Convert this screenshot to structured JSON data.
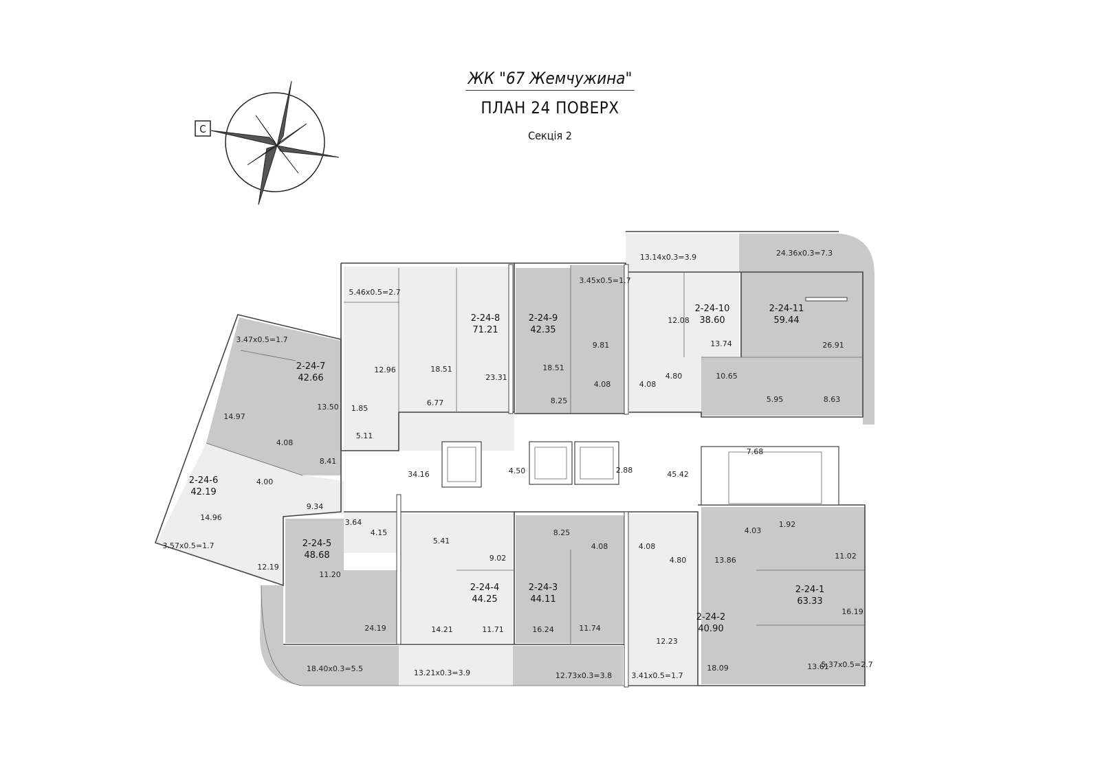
{
  "header": {
    "title": "ЖК \"67 Жемчужина\"",
    "plan_title": "ПЛАН 24 ПОВЕРХ",
    "section": "Секція 2"
  },
  "compass": {
    "north_label": "С"
  },
  "colors": {
    "apartment_dark": "#c9c9c9",
    "apartment_light": "#eeeeee",
    "walls": "#444444"
  },
  "apartments": [
    {
      "id": "2-24-1",
      "area": "63.33"
    },
    {
      "id": "2-24-2",
      "area": "40.90"
    },
    {
      "id": "2-24-3",
      "area": "44.11"
    },
    {
      "id": "2-24-4",
      "area": "44.25"
    },
    {
      "id": "2-24-5",
      "area": "48.68"
    },
    {
      "id": "2-24-6",
      "area": "42.19"
    },
    {
      "id": "2-24-7",
      "area": "42.66"
    },
    {
      "id": "2-24-8",
      "area": "71.21"
    },
    {
      "id": "2-24-9",
      "area": "42.35"
    },
    {
      "id": "2-24-10",
      "area": "38.60"
    },
    {
      "id": "2-24-11",
      "area": "59.44"
    }
  ],
  "rooms": [
    "5.46x0.5=2.7",
    "12.96",
    "18.51",
    "6.77",
    "23.31",
    "1.85",
    "5.11",
    "3.47x0.5=1.7",
    "13.50",
    "14.97",
    "4.08",
    "8.41",
    "4.00",
    "9.34",
    "14.96",
    "3.57x0.5=1.7",
    "12.19",
    "18.51",
    "8.25",
    "3.45x0.5=1.7",
    "9.81",
    "4.08",
    "4.08",
    "12.08",
    "13.74",
    "4.80",
    "13.14x0.3=3.9",
    "24.36x0.3=7.3",
    "26.91",
    "10.65",
    "5.95",
    "8.63",
    "7.68",
    "34.16",
    "4.50",
    "2.88",
    "45.42",
    "3.64",
    "4.15",
    "5.41",
    "9.02",
    "11.20",
    "24.19",
    "14.21",
    "11.71",
    "8.25",
    "16.24",
    "11.74",
    "4.08",
    "4.08",
    "4.80",
    "12.23",
    "18.09",
    "4.03",
    "1.92",
    "13.86",
    "11.02",
    "16.19",
    "13.61",
    "5.37x0.5=2.7",
    "18.40x0.3=5.5",
    "13.21x0.3=3.9",
    "12.73x0.3=3.8",
    "3.41x0.5=1.7"
  ]
}
